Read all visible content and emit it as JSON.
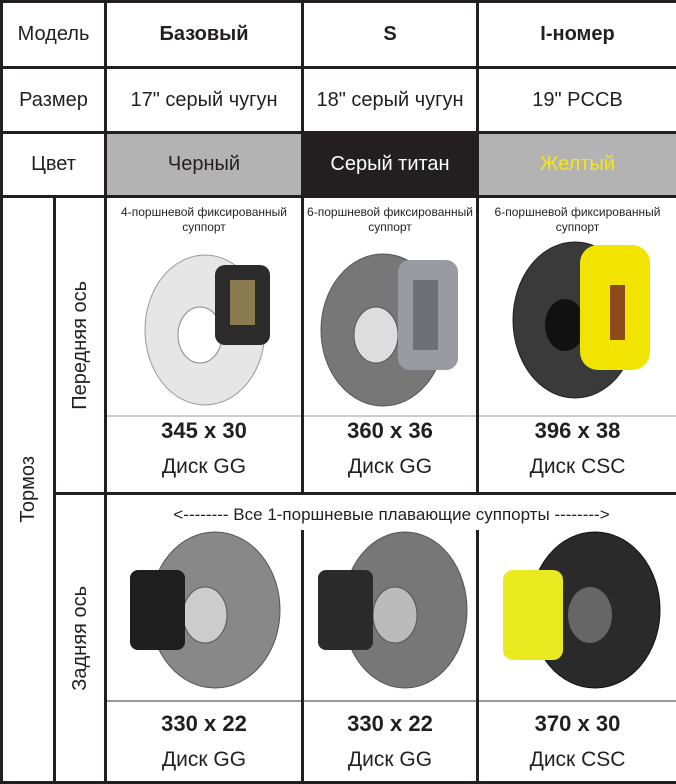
{
  "header": {
    "label": "Модель",
    "cols": [
      "Базовый",
      "S",
      "I-номер"
    ]
  },
  "size": {
    "label": "Размер",
    "cols": [
      "17\" серый чугун",
      "18\" серый чугун",
      "19\" PCCB"
    ]
  },
  "color": {
    "label": "Цвет",
    "cols": [
      "Черный",
      "Серый титан",
      "Желтый"
    ],
    "fills": [
      "#b3b3b3",
      "#231f20",
      "#b3b3b3"
    ],
    "text_colors": [
      "#231f20",
      "#ffffff",
      "#f5e616"
    ]
  },
  "brakes": {
    "label": "Тормоз",
    "front": {
      "label": "Передняя ось",
      "captions": [
        "4-поршневой фиксированный суппорт",
        "6-поршневой фиксированный суппорт",
        "6-поршневой фиксированный суппорт"
      ],
      "dims": [
        "345 x 30",
        "360 x 36",
        "396 x 38"
      ],
      "disks": [
        "Диск GG",
        "Диск GG",
        "Диск CSC"
      ]
    },
    "rear": {
      "label": "Задняя ось",
      "banner": "<-------- Все 1-поршневые плавающие суппорты -------->",
      "dims": [
        "330 x 22",
        "330 x 22",
        "370 x 30"
      ],
      "disks": [
        "Диск GG",
        "Диск GG",
        "Диск CSC"
      ]
    }
  }
}
